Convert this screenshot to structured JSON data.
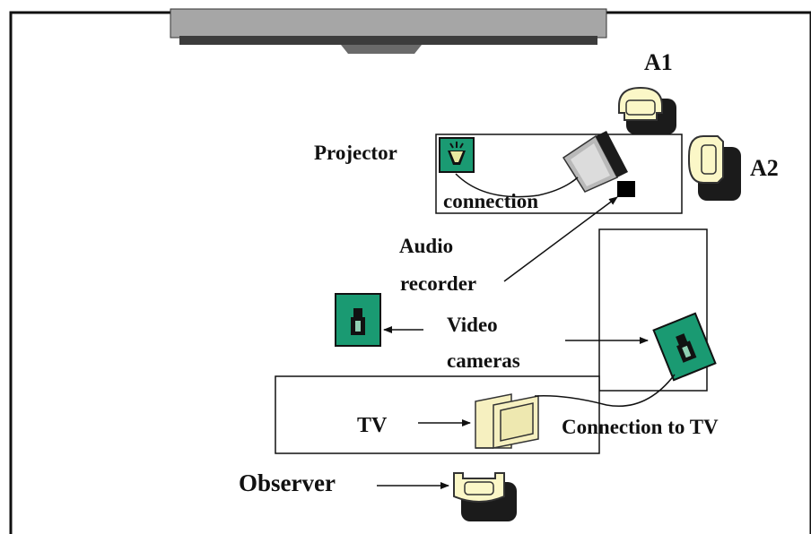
{
  "labels": {
    "a1": "A1",
    "a2": "A2",
    "projector": "Projector",
    "connection": "connection",
    "audio_line1": "Audio",
    "audio_line2": "recorder",
    "video_line1": "Video",
    "video_line2": "cameras",
    "tv": "TV",
    "connection_to_tv": "Connection to TV",
    "observer": "Observer"
  },
  "colors": {
    "equipment_green": "#1a9a72",
    "chair_fill": "#fbf7c7",
    "tv_fill": "#f6f0c0",
    "laptop_gray": "#b9b9b9",
    "shadow": "#1b1b1b",
    "screen_gray": "#9e9e9e"
  },
  "icons": [
    "projection-screen-icon",
    "chair-icon",
    "projector-icon",
    "laptop-icon",
    "audio-recorder-icon",
    "video-camera-icon",
    "tv-icon"
  ]
}
